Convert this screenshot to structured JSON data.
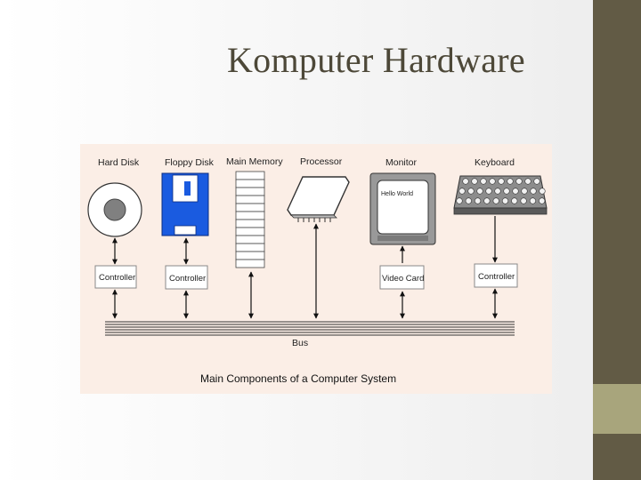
{
  "slide": {
    "title": "Komputer Hardware"
  },
  "diagram": {
    "components": {
      "hard_disk": "Hard Disk",
      "floppy_disk": "Floppy Disk",
      "main_memory": "Main Memory",
      "processor": "Processor",
      "monitor": "Monitor",
      "keyboard": "Keyboard"
    },
    "monitor_screen_text": "Hello World",
    "controllers": {
      "hard_disk": "Controller",
      "floppy_disk": "Controller",
      "video_card": "Video Card",
      "keyboard": "Controller"
    },
    "bus_label": "Bus",
    "caption": "Main Components of a Computer System"
  },
  "colors": {
    "diagram_background": "#fbeee6",
    "floppy_blue": "#1a5be0",
    "sidebar_dark": "#625b45",
    "sidebar_light": "#a8a57c",
    "title_color": "#4d4838"
  }
}
